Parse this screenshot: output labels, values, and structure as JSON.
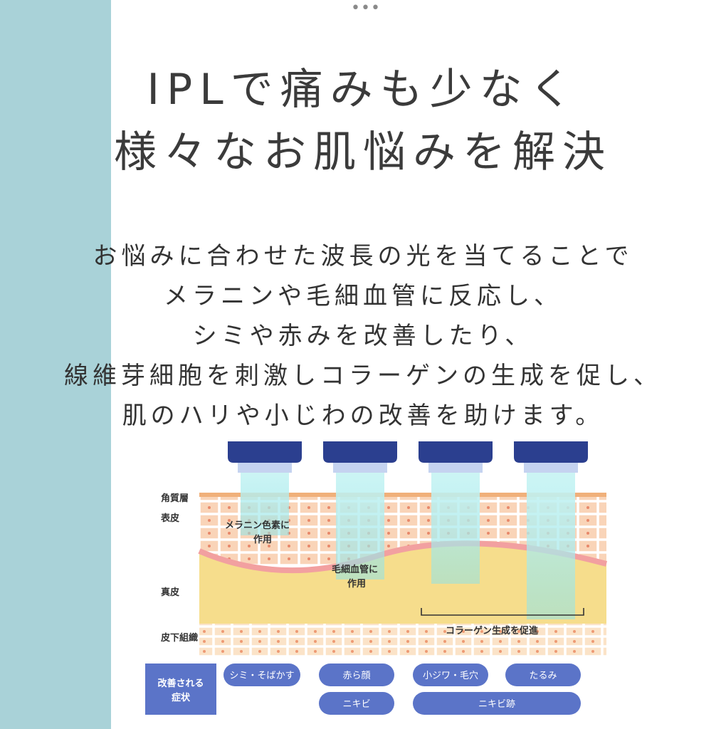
{
  "header": {
    "title_lines": [
      "IPLで痛みも少なく",
      "様々なお肌悩みを解決"
    ]
  },
  "body": {
    "lines": [
      "お悩みに合わせた波長の光を当てることで",
      "メラニンや毛細血管に反応し、",
      "シミや赤みを改善したり、",
      "線維芽細胞を刺激しコラーゲンの生成を促し、",
      "肌のハリや小じわの改善を助けます。"
    ]
  },
  "diagram": {
    "layer_labels": {
      "stratum_corneum": "角質層",
      "epidermis": "表皮",
      "dermis": "真皮",
      "subcutis": "皮下組織"
    },
    "annotations": {
      "melanin_line1": "メラニン色素に",
      "melanin_line2": "作用",
      "capillary_line1": "毛細血管に",
      "capillary_line2": "作用",
      "collagen": "コラーゲン生成を促進"
    },
    "symptoms_label_line1": "改善される",
    "symptoms_label_line2": "症状",
    "symptoms": {
      "spots": "シミ・そばかす",
      "redness": "赤ら顔",
      "fine_lines": "小ジワ・毛穴",
      "sagging": "たるみ",
      "acne": "ニキビ",
      "acne_scars": "ニキビ跡"
    }
  },
  "colors": {
    "side_band": "#a9d2d8",
    "device_blue": "#2b3f8f",
    "light_beam": "#8fe3e6",
    "epidermis": "#f7c9a8",
    "dermis": "#f6dd8c",
    "stratum_corneum": "#f0b07a",
    "symptom_pill": "#5b74c8",
    "symptom_label_box": "#5b74c8"
  }
}
